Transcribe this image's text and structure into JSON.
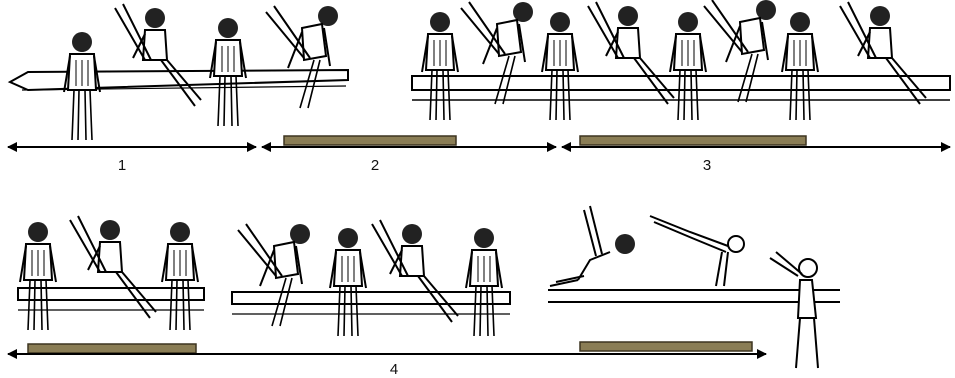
{
  "diagram": {
    "phase_labels": [
      "1",
      "2",
      "3",
      "4"
    ]
  },
  "colors": {
    "stroke": "#000000",
    "mat_fill": "#8a7d55",
    "mat_edge": "#3d3520",
    "background": "#ffffff"
  },
  "icons": {
    "figure": "gymnast-figure-icon",
    "beam": "balance-beam-icon",
    "mat": "landing-mat-icon",
    "arrow": "double-arrow-icon"
  }
}
